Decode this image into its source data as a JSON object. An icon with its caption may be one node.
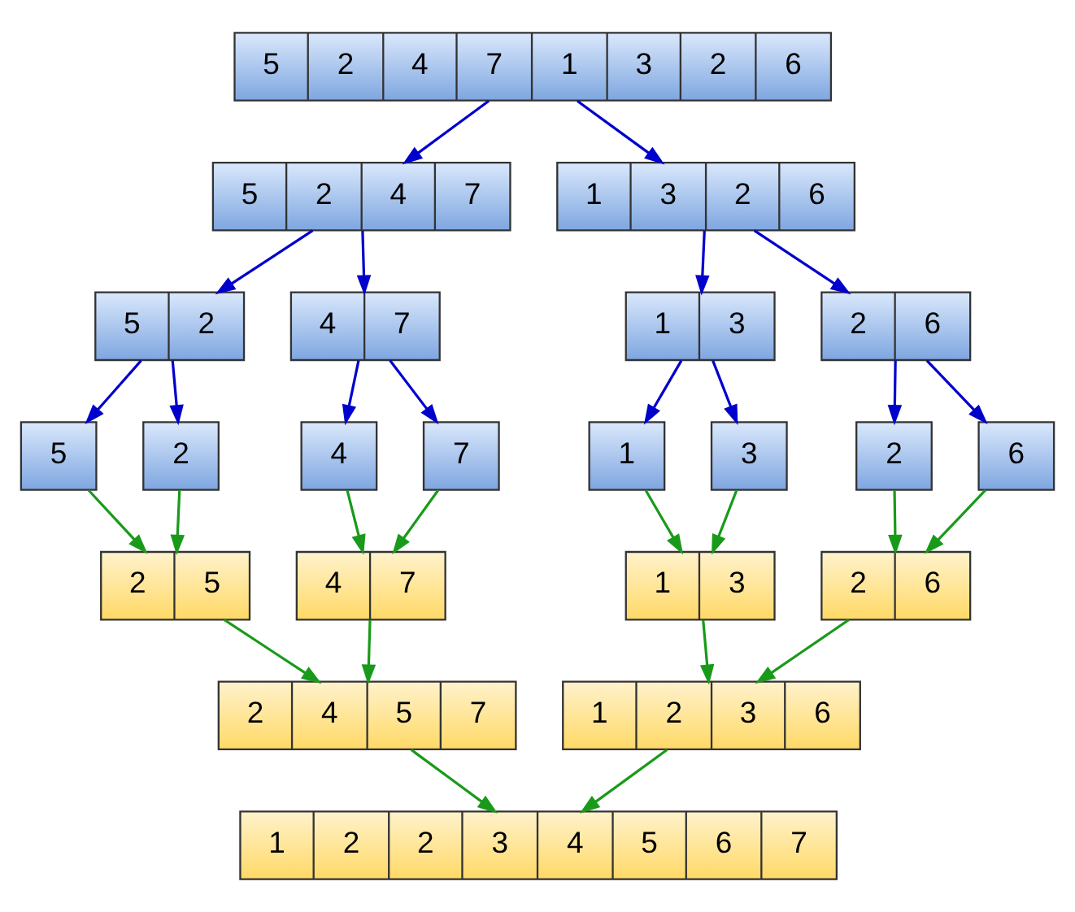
{
  "diagram": {
    "nodes": [
      {
        "text": [
          "5",
          "2",
          "4",
          "7",
          "1",
          "3",
          "2",
          "6"
        ]
      },
      {
        "text": [
          "5",
          "2",
          "4",
          "7"
        ]
      },
      {
        "text": [
          "1",
          "3",
          "2",
          "6"
        ]
      },
      {
        "text": [
          "5",
          "2"
        ]
      },
      {
        "text": [
          "4",
          "7"
        ]
      },
      {
        "text": [
          "1",
          "3"
        ]
      },
      {
        "text": [
          "2",
          "6"
        ]
      },
      {
        "text": [
          "5"
        ]
      },
      {
        "text": [
          "2"
        ]
      },
      {
        "text": [
          "4"
        ]
      },
      {
        "text": [
          "7"
        ]
      },
      {
        "text": [
          "1"
        ]
      },
      {
        "text": [
          "3"
        ]
      },
      {
        "text": [
          "2"
        ]
      },
      {
        "text": [
          "6"
        ]
      },
      {
        "text": [
          "2",
          "5"
        ]
      },
      {
        "text": [
          "4",
          "7"
        ]
      },
      {
        "text": [
          "1",
          "3"
        ]
      },
      {
        "text": [
          "2",
          "6"
        ]
      },
      {
        "text": [
          "2",
          "4",
          "5",
          "7"
        ]
      },
      {
        "text": [
          "1",
          "2",
          "3",
          "6"
        ]
      },
      {
        "text": [
          "1",
          "2",
          "2",
          "3",
          "4",
          "5",
          "6",
          "7"
        ]
      }
    ],
    "edges": [
      {
        "from": 0,
        "to": 1,
        "arrow": "to"
      },
      {
        "from": 0,
        "to": 2,
        "arrow": "to"
      },
      {
        "from": 1,
        "to": 3,
        "arrow": "to"
      },
      {
        "from": 1,
        "to": 4,
        "arrow": "to"
      },
      {
        "from": 2,
        "to": 5,
        "arrow": "to"
      },
      {
        "from": 2,
        "to": 6,
        "arrow": "to"
      },
      {
        "from": 3,
        "to": 7,
        "arrow": "to"
      },
      {
        "from": 3,
        "to": 8,
        "arrow": "to"
      },
      {
        "from": 4,
        "to": 9,
        "arrow": "to"
      },
      {
        "from": 4,
        "to": 10,
        "arrow": "to"
      },
      {
        "from": 5,
        "to": 11,
        "arrow": "to"
      },
      {
        "from": 5,
        "to": 12,
        "arrow": "to"
      },
      {
        "from": 6,
        "to": 13,
        "arrow": "to"
      },
      {
        "from": 6,
        "to": 14,
        "arrow": "to"
      },
      {
        "from": 7,
        "to": 15,
        "arrow": "to",
        "color": "#1a9a1a"
      },
      {
        "from": 8,
        "to": 15,
        "arrow": "to",
        "color": "#1a9a1a"
      },
      {
        "from": 9,
        "to": 16,
        "arrow": "to",
        "color": "#1a9a1a"
      },
      {
        "from": 10,
        "to": 16,
        "arrow": "to",
        "color": "#1a9a1a"
      },
      {
        "from": 11,
        "to": 17,
        "arrow": "to",
        "color": "#1a9a1a"
      },
      {
        "from": 12,
        "to": 17,
        "arrow": "to",
        "color": "#1a9a1a"
      },
      {
        "from": 13,
        "to": 18,
        "arrow": "to",
        "color": "#1a9a1a"
      },
      {
        "from": 14,
        "to": 18,
        "arrow": "to",
        "color": "#1a9a1a"
      },
      {
        "from": 15,
        "to": 19,
        "arrow": "to",
        "color": "#1a9a1a"
      },
      {
        "from": 16,
        "to": 19,
        "arrow": "to",
        "color": "#1a9a1a"
      },
      {
        "from": 17,
        "to": 20,
        "arrow": "to",
        "color": "#1a9a1a"
      },
      {
        "from": 18,
        "to": 20,
        "arrow": "to",
        "color": "#1a9a1a"
      },
      {
        "from": 19,
        "to": 21,
        "arrow": "to",
        "color": "#1a9a1a"
      },
      {
        "from": 20,
        "to": 21,
        "arrow": "to",
        "color": "#1a9a1a"
      }
    ]
  }
}
